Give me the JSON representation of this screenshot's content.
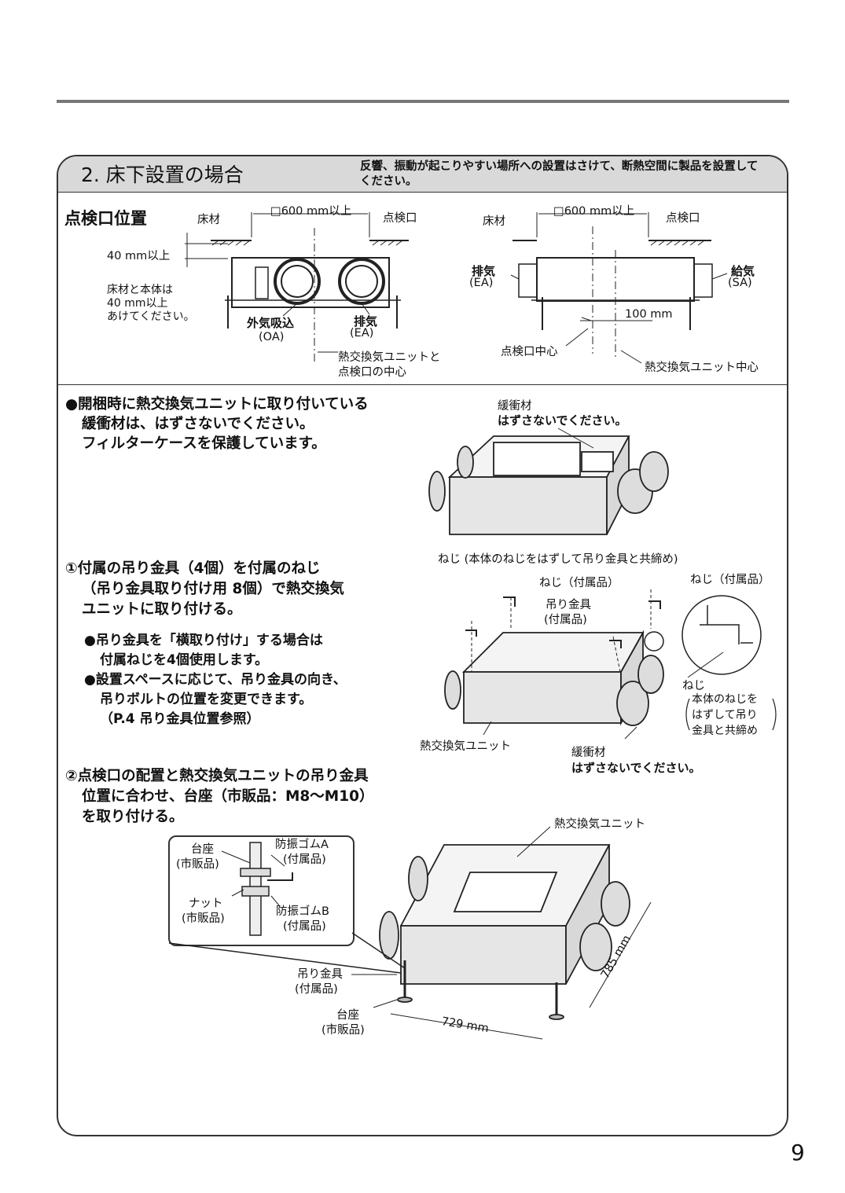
{
  "section": {
    "title": "2. 床下設置の場合",
    "note": "反響、振動が起こりやすい場所への設置はさけて、断熱空間に製品を設置してください。"
  },
  "inspection": {
    "heading": "点検口位置",
    "left": {
      "floor": "床材",
      "size": "□600 mm以上",
      "opening": "点検口",
      "gap": "40 mm以上",
      "gap_note": [
        "床材と本体は",
        "40 mm以上",
        "あけてください。"
      ],
      "oa_1": "外気吸込",
      "oa_2": "(OA)",
      "ea_1": "排気",
      "ea_2": "(EA)",
      "center_1": "熱交換気ユニットと",
      "center_2": "点検口の中心"
    },
    "right": {
      "floor": "床材",
      "size": "□600 mm以上",
      "opening": "点検口",
      "ea_1": "排気",
      "ea_2": "(EA)",
      "sa_1": "給気",
      "sa_2": "(SA)",
      "offset": "100 mm",
      "opening_center": "点検口中心",
      "unit_center": "熱交換気ユニット中心"
    }
  },
  "cushion_note": {
    "lines": [
      "●開梱時に熱交換気ユニットに取り付いている",
      "緩衝材は、はずさないでください。",
      "フィルターケースを保護しています。"
    ],
    "fig_label_1": "緩衝材",
    "fig_label_2": "はずさないでください。"
  },
  "step1": {
    "lines": [
      "①付属の吊り金具（4個）を付属のねじ",
      "（吊り金具取り付け用 8個）で熱交換気",
      "ユニットに取り付ける。"
    ],
    "bullets": [
      "●吊り金具を「横取り付け」する場合は",
      "付属ねじを4個使用します。",
      "●設置スペースに応じて、吊り金具の向き、",
      "吊りボルトの位置を変更できます。",
      "（P.4 吊り金具位置参照）"
    ],
    "fig": {
      "screw_body": "ねじ (本体のねじをはずして吊り金具と共締め)",
      "screw_acc": "ねじ（付属品）",
      "screw_acc_r": "ねじ（付属品）",
      "bracket_1": "吊り金具",
      "bracket_2": "(付属品)",
      "screw2": "ねじ",
      "screw2_note": [
        "本体のねじを",
        "はずして吊り",
        "金具と共締め"
      ],
      "unit": "熱交換気ユニット",
      "cushion_1": "緩衝材",
      "cushion_2": "はずさないでください。"
    }
  },
  "step2": {
    "lines": [
      "②点検口の配置と熱交換気ユニットの吊り金具",
      "位置に合わせ、台座（市販品：M8〜M10）",
      "を取り付ける。"
    ],
    "inset": {
      "base_1": "台座",
      "base_2": "(市販品)",
      "rubber_a_1": "防振ゴムA",
      "rubber_a_2": "(付属品)",
      "nut_1": "ナット",
      "nut_2": "(市販品)",
      "rubber_b_1": "防振ゴムB",
      "rubber_b_2": "(付属品)"
    },
    "fig": {
      "unit": "熱交換気ユニット",
      "bracket_1": "吊り金具",
      "bracket_2": "(付属品)",
      "base_1": "台座",
      "base_2": "(市販品)",
      "width": "729 mm",
      "depth": "785 mm"
    }
  },
  "page_number": "9"
}
